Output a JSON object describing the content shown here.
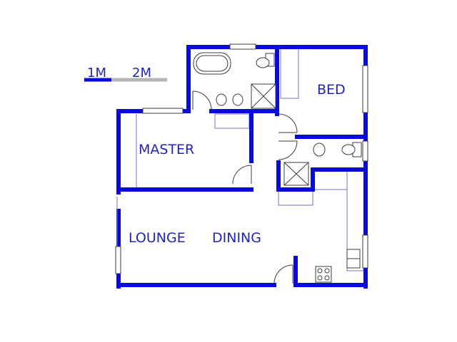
{
  "scale": {
    "label_1m": "1M",
    "label_2m": "2M"
  },
  "rooms": {
    "bed": "BED",
    "master": "MASTER",
    "lounge": "LOUNGE",
    "dining": "DINING"
  },
  "colors": {
    "wall": "#0a0adc",
    "fixture": "#3c3c3c",
    "thin_line": "#7070d0",
    "scale_grey": "#b4b4b4",
    "label": "#2323b4"
  }
}
